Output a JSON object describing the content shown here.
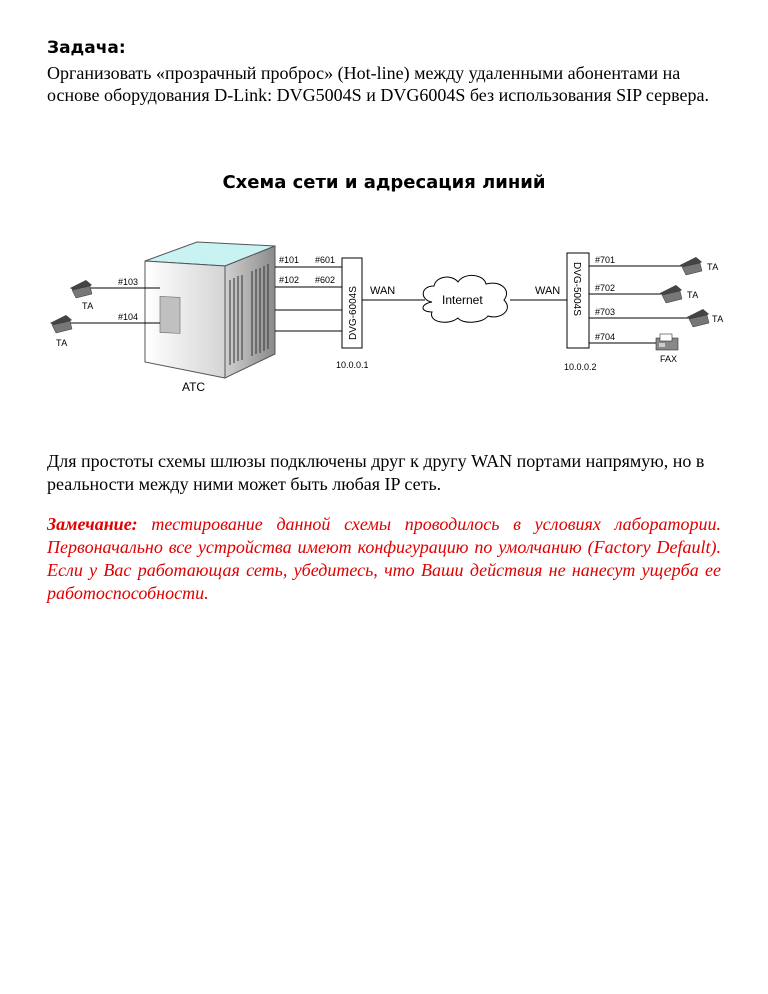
{
  "task": {
    "heading": "Задача:",
    "text": "Организовать «прозрачный проброс» (Hot-line) между удаленными абонентами на основе оборудования D-Link: DVG5004S и DVG6004S без использования SIP сервера."
  },
  "scheme": {
    "title": "Схема сети и адресация линий",
    "ats_label": "АТС",
    "left_phones": [
      {
        "line": "#103",
        "label": "ТА"
      },
      {
        "line": "#104",
        "label": "ТА"
      }
    ],
    "ats_ports": [
      "#101",
      "#102"
    ],
    "gw_left": {
      "name": "DVG-6004S",
      "ports": [
        "#601",
        "#602"
      ],
      "ip": "10.0.0.1",
      "wan": "WAN"
    },
    "cloud": "Internet",
    "gw_right": {
      "name": "DVG-5004S",
      "ip": "10.0.0.2",
      "wan": "WAN"
    },
    "right_lines": [
      {
        "line": "#701",
        "label": "ТА"
      },
      {
        "line": "#702",
        "label": "ТА"
      },
      {
        "line": "#703",
        "label": "ТА"
      },
      {
        "line": "#704",
        "label": "FAX"
      }
    ]
  },
  "body": {
    "text": "Для простоты схемы шлюзы подключены друг к другу WAN портами напрямую, но в реальности между ними может быть любая IP сеть."
  },
  "note": {
    "label": "Замечание:",
    "text": " тестирование данной схемы проводилось в условиях лаборатории. Первоначально все устройства имеют конфигурацию по умолчанию (Factory Default). Если у Вас работающая сеть, убедитесь, что Ваши действия не нанесут ущерба ее работоспособности."
  },
  "colors": {
    "note": "#e00000",
    "ats_top": "#c9f2f2"
  },
  "icons": [
    "telephone-icon",
    "fax-icon",
    "cloud-icon",
    "ats-cabinet-icon"
  ]
}
